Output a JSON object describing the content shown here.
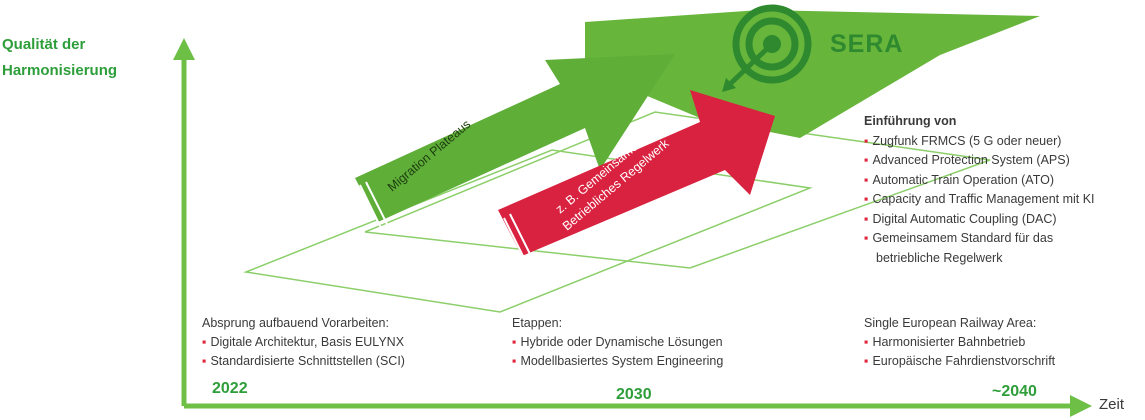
{
  "axis": {
    "y_label_line1": "Qualität der",
    "y_label_line2": "Harmonisierung",
    "x_label": "Zeit"
  },
  "years": [
    "2022",
    "2030",
    "~2040"
  ],
  "colors": {
    "green": "#67b53b",
    "dark_green": "#2f8a2f",
    "red": "#d9223f",
    "axis_green": "#2e9e3a",
    "bullet_red": "#e0263f"
  },
  "arrows": {
    "green_label": "Migration Plateaus",
    "red_label_line1": "z. B. Gemeinsames",
    "red_label_line2": "Betriebliches Regelwerk"
  },
  "goal": {
    "label": "SERA",
    "icon": "target-icon"
  },
  "blocks": {
    "start": {
      "heading": "Absprung aufbauend Vorarbeiten:",
      "items": [
        "Digitale Architektur, Basis EULYNX",
        "Standardisierte Schnittstellen (SCI)"
      ]
    },
    "stages": {
      "heading": "Etappen:",
      "items": [
        "Hybride oder Dynamische Lösungen",
        "Modellbasiertes System Engineering"
      ]
    },
    "sera": {
      "heading": "Single European Railway Area:",
      "items": [
        "Harmonisierter Bahnbetrieb",
        "Europäische Fahrdienstvorschrift"
      ]
    },
    "introduction": {
      "heading": "Einführung von",
      "items": [
        "Zugfunk FRMCS (5 G oder neuer)",
        "Advanced Protection System (APS)",
        "Automatic Train Operation (ATO)",
        "Capacity and Traffic Management mit KI",
        "Digital Automatic Coupling (DAC)",
        "Gemeinsamem Standard für das"
      ],
      "continuation": "betriebliche Regelwerk"
    }
  }
}
